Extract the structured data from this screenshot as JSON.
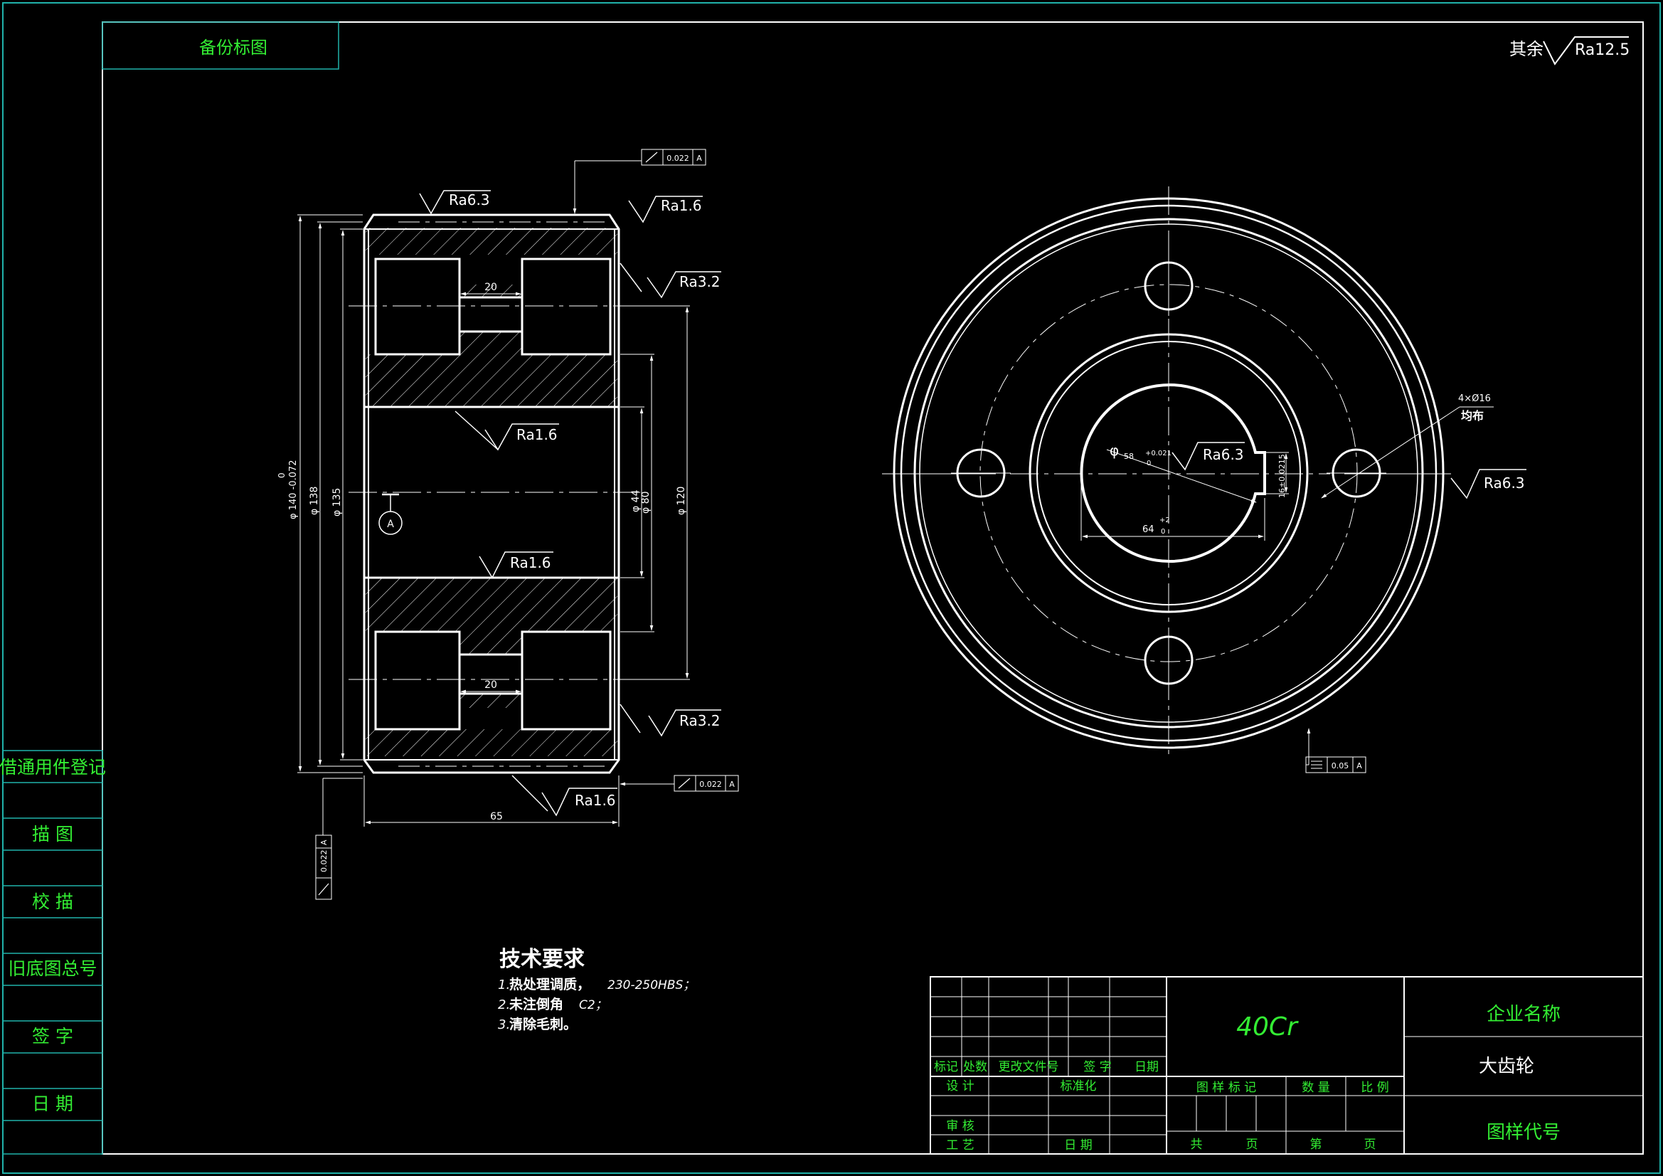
{
  "frame": {
    "top_left_box": "备份标图",
    "surface_default": {
      "prefix": "其余",
      "value": "Ra12.5"
    }
  },
  "side_column": {
    "items": [
      "借通用件登记",
      "描 图",
      "校 描",
      "旧底图总号",
      "签 字",
      "日 期"
    ]
  },
  "section_view": {
    "roughness": {
      "top": "Ra6.3",
      "top_right": "Ra1.6",
      "upper_chamfer": "Ra3.2",
      "bore_upper": "Ra1.6",
      "bore_lower": "Ra1.6",
      "lower_chamfer": "Ra3.2",
      "bottom": "Ra1.6"
    },
    "dims": {
      "od_tol": "φ 140 -0.072",
      "od_tol_upper": "0",
      "d138": "φ 138",
      "d135": "φ 135",
      "d44": "φ 44",
      "d80": "φ 80",
      "d120": "φ 120",
      "slot_upper": "20",
      "slot_lower": "20",
      "width": "65"
    },
    "datum": "A",
    "gtol_top": {
      "value": "0.022",
      "datum": "A"
    },
    "gtol_bottom": {
      "value": "0.022",
      "datum": "A"
    },
    "gtol_left": {
      "value": "0.022",
      "datum": "A"
    }
  },
  "front_view": {
    "holes_note": {
      "line1": "4×Ø16",
      "line2": "均布"
    },
    "roughness_right": "Ra6.3",
    "roughness_keyway": "Ra6.3",
    "bore": {
      "phi": "φ",
      "size": "58",
      "upper": "+0.021",
      "lower": "0"
    },
    "keyway_depth": {
      "size": "64",
      "upper": "+2",
      "lower": "0"
    },
    "key_width": "16±0.0215",
    "gtol_flatness": {
      "value": "0.05",
      "datum": "A"
    }
  },
  "tech_requirements": {
    "title": "技术要求",
    "items": [
      {
        "num": "1.",
        "text": "热处理调质，",
        "suffix": "230-250HBS；"
      },
      {
        "num": "2.",
        "text": "未注倒角",
        "suffix": "C2；"
      },
      {
        "num": "3.",
        "text": "清除毛刺。",
        "suffix": ""
      }
    ]
  },
  "title_block": {
    "material": "40Cr",
    "company": "企业名称",
    "part_name": "大齿轮",
    "drawing_code": "图样代号",
    "labels": {
      "mark": "标记",
      "count": "处数",
      "change_doc": "更改文件号",
      "signature": "签 字",
      "date": "日期",
      "design": "设 计",
      "standardize": "标准化",
      "review": "审 核",
      "process": "工 艺",
      "date2": "日 期",
      "sample_mark": "图 样 标 记",
      "quantity": "数 量",
      "scale": "比 例",
      "total": "共",
      "page": "页",
      "sheet": "第",
      "page2": "页"
    }
  }
}
